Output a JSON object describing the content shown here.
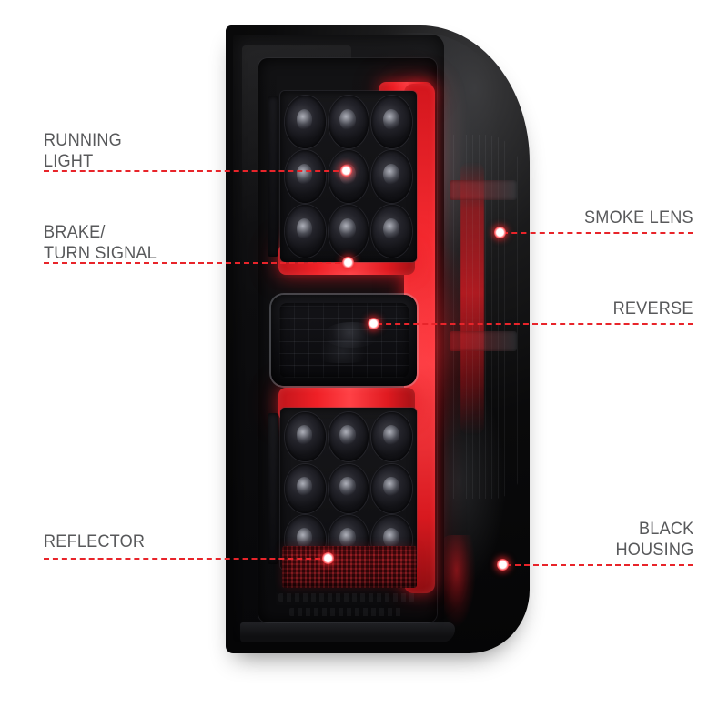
{
  "page": {
    "background": "#ffffff",
    "accent_color": "#e8242a",
    "label_color": "#58595b",
    "product_name": "led-tail-light"
  },
  "callouts": {
    "running_light": {
      "label": "RUNNING\nLIGHT",
      "side": "left"
    },
    "brake_turn": {
      "label": "BRAKE/\nTURN SIGNAL",
      "side": "left"
    },
    "reflector": {
      "label": "REFLECTOR",
      "side": "left"
    },
    "smoke_lens": {
      "label": "SMOKE LENS",
      "side": "right"
    },
    "reverse": {
      "label": "REVERSE",
      "side": "right"
    },
    "black_housing": {
      "label": "BLACK\nHOUSING",
      "side": "right"
    }
  }
}
